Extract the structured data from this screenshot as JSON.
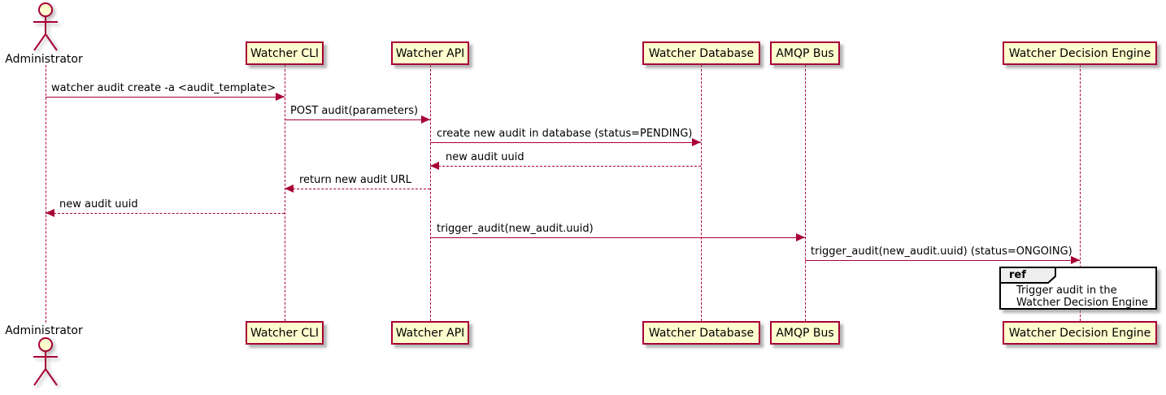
{
  "diagram_type": "plantuml-sequence",
  "actor": {
    "name": "Administrator"
  },
  "participants": [
    {
      "name": "Watcher CLI"
    },
    {
      "name": "Watcher API"
    },
    {
      "name": "Watcher Database"
    },
    {
      "name": "AMQP Bus"
    },
    {
      "name": "Watcher Decision Engine"
    }
  ],
  "messages": [
    {
      "label": "watcher audit create -a <audit_template>",
      "from": "Administrator",
      "to": "Watcher CLI",
      "style": "solid"
    },
    {
      "label": "POST audit(parameters)",
      "from": "Watcher CLI",
      "to": "Watcher API",
      "style": "solid"
    },
    {
      "label": "create new audit in database (status=PENDING)",
      "from": "Watcher API",
      "to": "Watcher Database",
      "style": "solid"
    },
    {
      "label": "new audit uuid",
      "from": "Watcher Database",
      "to": "Watcher API",
      "style": "dashed"
    },
    {
      "label": "return new audit URL",
      "from": "Watcher API",
      "to": "Watcher CLI",
      "style": "dashed"
    },
    {
      "label": "new audit uuid",
      "from": "Watcher CLI",
      "to": "Administrator",
      "style": "dashed"
    },
    {
      "label": "trigger_audit(new_audit.uuid)",
      "from": "Watcher API",
      "to": "AMQP Bus",
      "style": "solid"
    },
    {
      "label": "trigger_audit(new_audit.uuid) (status=ONGOING)",
      "from": "AMQP Bus",
      "to": "Watcher Decision Engine",
      "style": "solid"
    }
  ],
  "ref": {
    "keyword": "ref",
    "lines": [
      "Trigger audit in the",
      "Watcher Decision Engine"
    ],
    "over": "Watcher Decision Engine"
  },
  "colors": {
    "participant_fill": "#FEFECE",
    "participant_border": "#A80036",
    "line": "#A80036",
    "text": "#000000",
    "ref_border": "#000000",
    "ref_tab_fill": "#EEEEEE",
    "ref_body_fill": "#FFFFFF"
  }
}
